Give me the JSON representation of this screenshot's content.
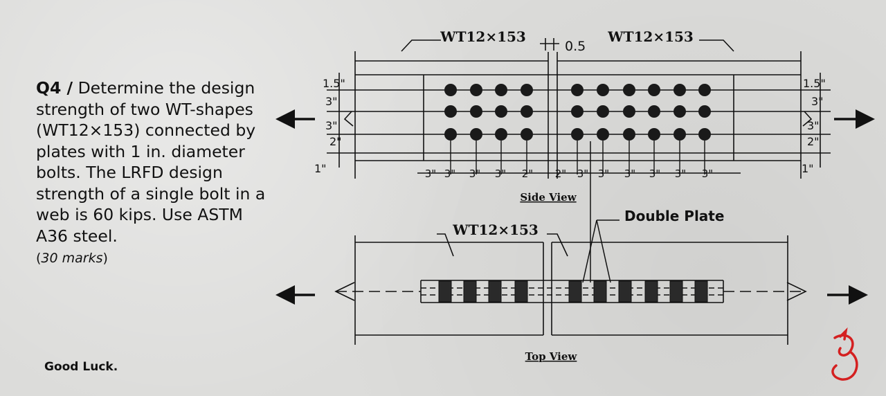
{
  "question": {
    "number": "Q4 /",
    "text": " Determine the design strength of two WT-shapes (WT12×153) connected by plates with 1 in. diameter bolts. The LRFD design strength of a single bolt in a web is 60 kips. Use ASTM A36 steel.",
    "marks_open": "(",
    "marks": "30 marks",
    "marks_close": ")"
  },
  "footer": {
    "good_luck": "Good Luck."
  },
  "diagram": {
    "side_view": {
      "section_left": "WT12×153",
      "section_right": "WT12×153",
      "gap": "0.5",
      "left_dims": [
        "1.5\"",
        "3\"",
        "3\"",
        "2\"",
        "1\""
      ],
      "right_dims": [
        "1.5\"",
        "3\"",
        "3\"",
        "2\"",
        "1\""
      ],
      "bottom_dims": [
        "3\"",
        "3\"",
        "3\"",
        "3\"",
        "2\"",
        "2\"",
        "3\"",
        "3\"",
        "3\"",
        "3\"",
        "3\"",
        "3\""
      ],
      "caption": "Side View"
    },
    "plate_label": "Double Plate",
    "top_view": {
      "section_label": "WT12×153",
      "caption": "Top View"
    },
    "bolt_grid": {
      "rows": 3,
      "left_columns": 4,
      "right_columns": 6
    },
    "logo_color": "#d42020"
  }
}
